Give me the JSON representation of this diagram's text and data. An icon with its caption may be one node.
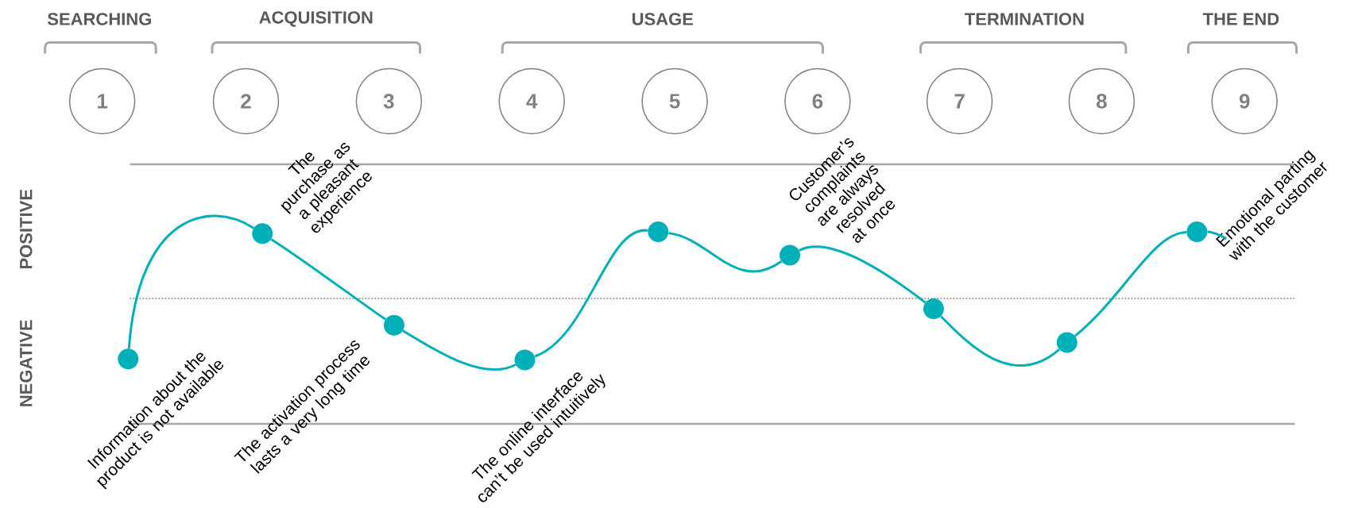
{
  "diagram": {
    "nodes": [
      {
        "text": [
          "1"
        ]
      },
      {
        "text": [
          "2"
        ]
      },
      {
        "text": [
          "3"
        ]
      },
      {
        "text": [
          "4"
        ]
      },
      {
        "text": [
          "5"
        ]
      },
      {
        "text": [
          "6"
        ]
      },
      {
        "text": [
          "7"
        ]
      },
      {
        "text": [
          "8"
        ]
      },
      {
        "text": [
          "9"
        ]
      },
      {
        "text": [],
        "shape": "circle",
        "beside": [
          "Information about the product is not available"
        ]
      },
      {
        "text": [],
        "shape": "circle",
        "beside": [
          "The purchase as a pleasant experience"
        ]
      },
      {
        "text": [],
        "shape": "circle",
        "beside": [
          "The activation process lasts a very long time"
        ]
      },
      {
        "text": [],
        "shape": "circle",
        "beside": [
          "The online interface can’t be used intuitively"
        ]
      },
      {
        "text": [],
        "shape": "circle"
      },
      {
        "text": [],
        "shape": "circle",
        "beside": [
          "Customer’s complaints are always resolved at once"
        ]
      },
      {
        "text": [],
        "shape": "circle"
      },
      {
        "text": [],
        "shape": "circle"
      },
      {
        "text": [],
        "shape": "circle",
        "beside": [
          "Emotional parting with the customer"
        ]
      }
    ],
    "edges": [
      {
        "from": 9,
        "to": 10,
        "arrow": "none"
      },
      {
        "from": 10,
        "to": 11,
        "arrow": "none"
      },
      {
        "from": 11,
        "to": 12,
        "arrow": "none"
      },
      {
        "from": 12,
        "to": 13,
        "arrow": "none"
      },
      {
        "from": 13,
        "to": 14,
        "arrow": "none"
      },
      {
        "from": 14,
        "to": 15,
        "arrow": "none"
      },
      {
        "from": 15,
        "to": 16,
        "arrow": "none"
      },
      {
        "from": 16,
        "to": 17,
        "arrow": "none"
      }
    ],
    "labels": [
      "SEARCHING",
      "ACQUISITION",
      "USAGE",
      "TERMINATION",
      "THE END",
      "POSITIVE",
      "NEGATIVE"
    ]
  }
}
